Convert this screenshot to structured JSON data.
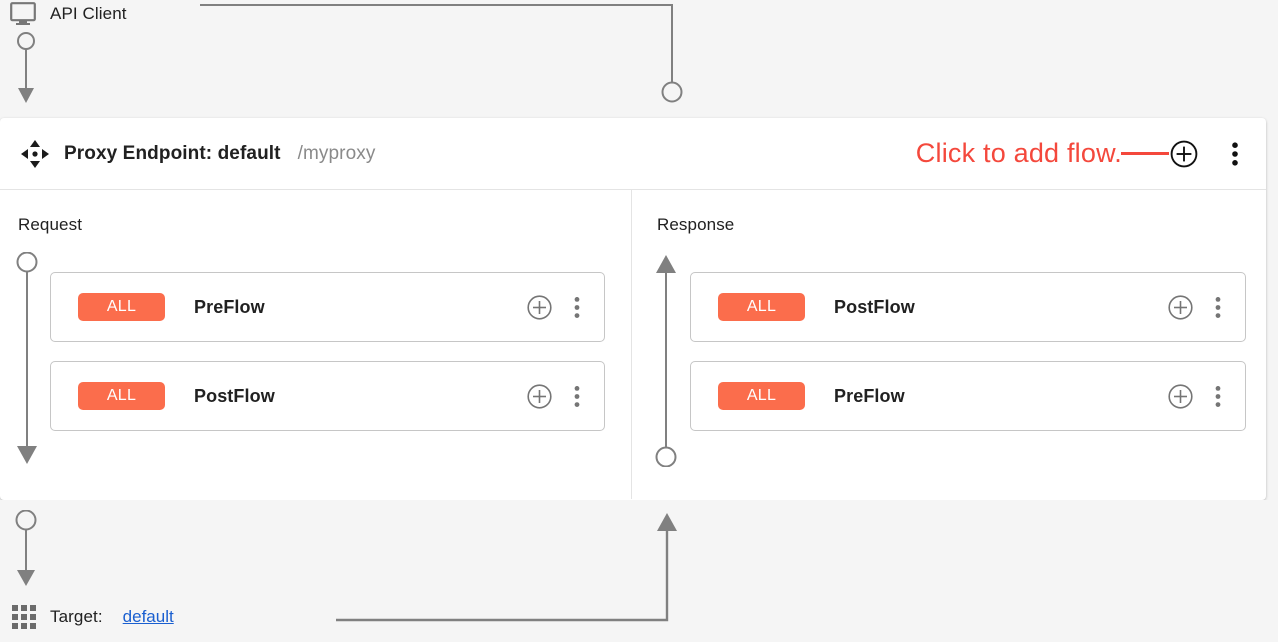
{
  "client": {
    "label": "API Client",
    "icon": "monitor-icon"
  },
  "endpoint": {
    "move_icon": "move-handle-icon",
    "title": "Proxy Endpoint: default",
    "path": "/myproxy",
    "annotation": "Click to add flow.",
    "add_icon": "plus-circle-icon",
    "menu_icon": "more-vertical-icon"
  },
  "columns": [
    {
      "title": "Request",
      "direction": "down",
      "cards": [
        {
          "badge": "ALL",
          "name": "PreFlow",
          "add_icon": "plus-circle-icon",
          "menu_icon": "more-vertical-icon"
        },
        {
          "badge": "ALL",
          "name": "PostFlow",
          "add_icon": "plus-circle-icon",
          "menu_icon": "more-vertical-icon"
        }
      ]
    },
    {
      "title": "Response",
      "direction": "up",
      "cards": [
        {
          "badge": "ALL",
          "name": "PostFlow",
          "add_icon": "plus-circle-icon",
          "menu_icon": "more-vertical-icon"
        },
        {
          "badge": "ALL",
          "name": "PreFlow",
          "add_icon": "plus-circle-icon",
          "menu_icon": "more-vertical-icon"
        }
      ]
    }
  ],
  "target": {
    "icon": "grid-apps-icon",
    "label": "Target:",
    "link": "default"
  },
  "colors": {
    "badge": "#fb6d4c",
    "annotation": "#f4483c",
    "link": "#1a5fd0",
    "connector": "#808080",
    "background": "#f5f5f5",
    "panel": "#ffffff"
  }
}
